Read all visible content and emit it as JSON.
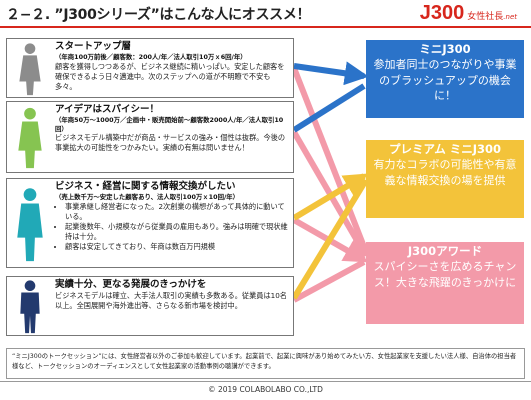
{
  "header": {
    "title": "２−２. ”J300シリーズ”はこんな人にオススメ！",
    "logo_main": "J300",
    "logo_sub": "女性社長",
    "logo_net": ".net"
  },
  "personas": [
    {
      "title": "スタートアップ層",
      "subtitle": "（年商100万前後／顧客数：200人/年／法人取引10万ｘ6回/年）",
      "body": "顧客を獲得しつつあるが、ビジネス継続に精いっぱい。安定した顧客を確保できるよう日々邁進中。次のステップへの道が不明瞭で不安も多々。"
    },
    {
      "title": "アイデアはスパイシー！",
      "subtitle": "（年商50万〜1000万／企画中・販売開始前〜顧客数2000人/年／法人取引10回）",
      "body": "ビジネスモデル構築中だが商品・サービスの強み・個性は抜群。今後の事業拡大の可能性をつかみたい。実績の有無は問いません！"
    },
    {
      "title": "ビジネス・経営に関する情報交換がしたい",
      "subtitle": "（売上数千万〜安定した顧客あり、法人取引100万ｘ10回/年）",
      "bullets": [
        "事業承継し経営者になった。2次創業の構想があって具体的に動いている。",
        "起業後数年、小規模ながら従業員の雇用もあり。強みは明確で現状維持は十分。",
        "顧客は安定してきており、年商は数百万円規模"
      ]
    },
    {
      "title": "実績十分、更なる発展のきっかけを",
      "body": "ビジネスモデルは確立、大手法人取引の実績も多数ある。従業員は10名以上。全国展開や海外進出等、さらなる新市場を検討中。"
    }
  ],
  "services": [
    {
      "name": "ミニJ300",
      "desc": "参加者同士のつながりや事業のブラッシュアップの機会に！"
    },
    {
      "name": "プレミアム ミニJ300",
      "desc": "有力なコラボの可能性や有意義な情報交換の場を提供"
    },
    {
      "name": "J300アワード",
      "desc": "スパイシーさを広めるチャンス！大きな飛躍のきっかけに"
    }
  ],
  "note": "“ミニJ300のトークセッション”には、女性経営者以外のご参加も歓迎しています。起業前で、起業に興味があり始めてみたい方、女性起業家を支援したい法人様、自治体の担当者様など、トークセッションのオーディエンスとして女性起業家の活動事例の聴講ができます。",
  "footer": "© 2019 COLABOLABO CO.,LTD",
  "colors": {
    "accent": "#d7261c",
    "blue": "#2b73c9",
    "yellow": "#f3c33a",
    "pink": "#f39aa9",
    "teal": "#21a9b7",
    "green": "#86c451",
    "gray": "#8c8c8c",
    "navy": "#233a6e"
  },
  "icons": [
    "woman-silhouette-icon",
    "man-silhouette-icon"
  ]
}
